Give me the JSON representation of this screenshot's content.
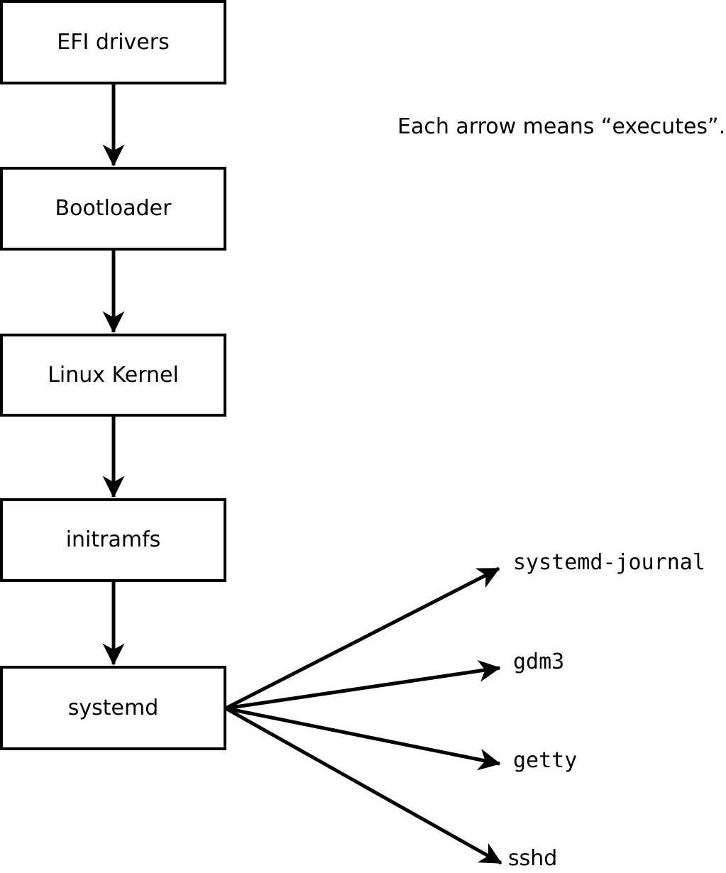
{
  "diagram": {
    "annotation": "Each arrow means “executes”.",
    "arrow_meaning": "executes",
    "chain_nodes": [
      {
        "label": "EFI drivers"
      },
      {
        "label": "Bootloader"
      },
      {
        "label": "Linux Kernel"
      },
      {
        "label": "initramfs"
      },
      {
        "label": "systemd"
      }
    ],
    "spawned_processes": [
      {
        "label": "systemd-journal"
      },
      {
        "label": "gdm3"
      },
      {
        "label": "getty"
      },
      {
        "label": "sshd"
      }
    ],
    "colors": {
      "background": "#ffffff",
      "stroke": "#000000",
      "text": "#000000"
    }
  }
}
